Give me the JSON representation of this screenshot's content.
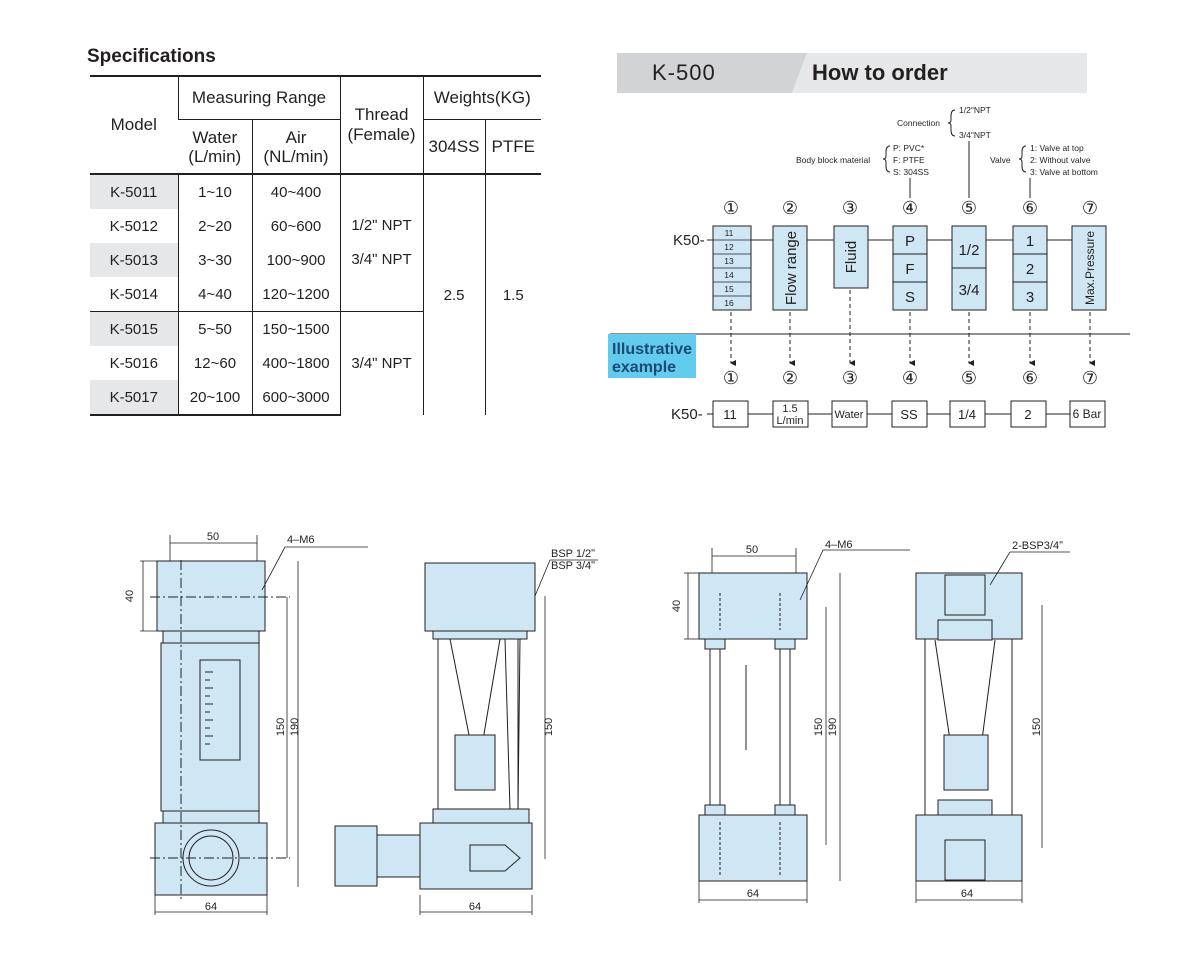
{
  "spec": {
    "title": "Specifications",
    "headers": {
      "model": "Model",
      "measuring_range": "Measuring Range",
      "water": [
        "Water",
        "(L/min)"
      ],
      "air": [
        "Air",
        "(NL/min)"
      ],
      "thread": [
        "Thread",
        "(Female)"
      ],
      "weights": "Weights(KG)",
      "ss": "304SS",
      "ptfe": "PTFE"
    },
    "rows": [
      {
        "model": "K-5011",
        "water": "1~10",
        "air": "40~400"
      },
      {
        "model": "K-5012",
        "water": "2~20",
        "air": "60~600"
      },
      {
        "model": "K-5013",
        "water": "3~30",
        "air": "100~900"
      },
      {
        "model": "K-5014",
        "water": "4~40",
        "air": "120~1200"
      },
      {
        "model": "K-5015",
        "water": "5~50",
        "air": "150~1500"
      },
      {
        "model": "K-5016",
        "water": "12~60",
        "air": "400~1800"
      },
      {
        "model": "K-5017",
        "water": "20~100",
        "air": "600~3000"
      }
    ],
    "thread_group1": [
      "1/2ʺ NPT",
      "3/4ʺ NPT"
    ],
    "thread_group2": "3/4ʺ NPT",
    "weight_ss": "2.5",
    "weight_ptfe": "1.5"
  },
  "order": {
    "model": "K-500",
    "title": "How to order",
    "prefix": "K50-",
    "circled": [
      "①",
      "②",
      "③",
      "④",
      "⑤",
      "⑥",
      "⑦"
    ],
    "connection_label": "Connection",
    "connection_options": [
      "1/2ʺNPT",
      "3/4ʺNPT"
    ],
    "material_label": "Body block material",
    "material_options": [
      "P: PVC*",
      "F: PTFE",
      "S: 304SS"
    ],
    "valve_label": "Valve",
    "valve_options": [
      "1: Valve at top",
      "2: Without valve",
      "3: Valve at bottom"
    ],
    "range_codes": [
      "11",
      "12",
      "13",
      "14",
      "15",
      "16"
    ],
    "flow_range": "Flow range",
    "fluid": "Fluid",
    "material_codes": [
      "P",
      "F",
      "S"
    ],
    "connection_codes": [
      "1/2",
      "3/4"
    ],
    "valve_codes": [
      "1",
      "2",
      "3"
    ],
    "max_pressure": "Max.Pressure",
    "illustrative": [
      "Illustrative",
      "example"
    ],
    "example": [
      "11",
      "1.5",
      "L/min",
      "Water",
      "SS",
      "1/4",
      "2",
      "6 Bar"
    ]
  },
  "dims": {
    "d50": "50",
    "d40": "40",
    "d150": "150",
    "d190": "190",
    "d64": "64",
    "m6": "4–M6",
    "bsp_lines": [
      "BSP 1/2ʺ",
      "BSP 3/4ʺ"
    ],
    "bsp2": "2-BSP3/4ʺ"
  },
  "colors": {
    "body_fill": "#cfe7f5",
    "banner_light": "#e6e7e8",
    "banner_dark": "#d1d3d4",
    "ill_bg": "#63cbee"
  }
}
